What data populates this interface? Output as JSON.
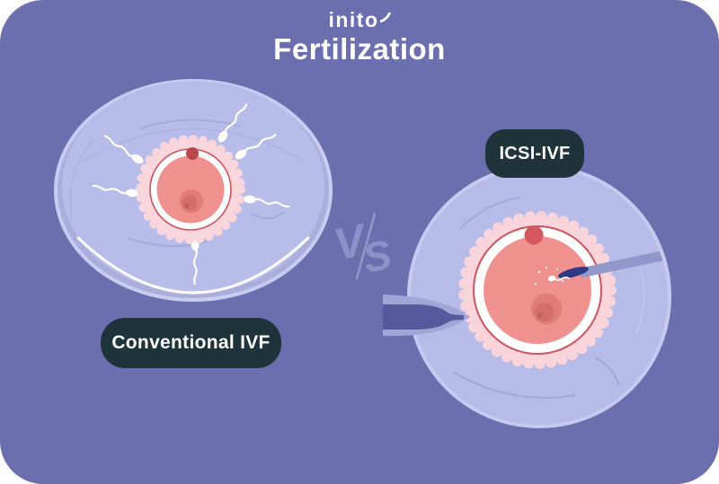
{
  "header": {
    "logo": "inito",
    "title": "Fertilization"
  },
  "comparison": {
    "left": {
      "label": "Conventional IVF",
      "illustration": "petri-dish-egg-surrounded-by-sperm"
    },
    "vs": {
      "v": "V",
      "s": "S"
    },
    "right": {
      "label": "ICSI-IVF",
      "illustration": "egg-sperm-injection-micropipette"
    }
  },
  "colors": {
    "background": "#6b6fae",
    "label_pill": "#1f333a",
    "label_text": "#ffffff",
    "dish_fill": "#b7bbe8",
    "dish_rim": "#c9ccf1",
    "egg_corona": "#f8d6dc",
    "egg_ring_red": "#cb545e",
    "egg_cytoplasm": "#ef918f",
    "egg_nucleus": "#df7b78",
    "polar_body": "#b8474e",
    "sperm": "#ffffff",
    "pipette_light": "#a2a6d7",
    "pipette_dark": "#565a9d",
    "needle_shaft": "#9297c9",
    "needle_tip": "#2e3a85",
    "vs_mark": "#8d91c7"
  }
}
